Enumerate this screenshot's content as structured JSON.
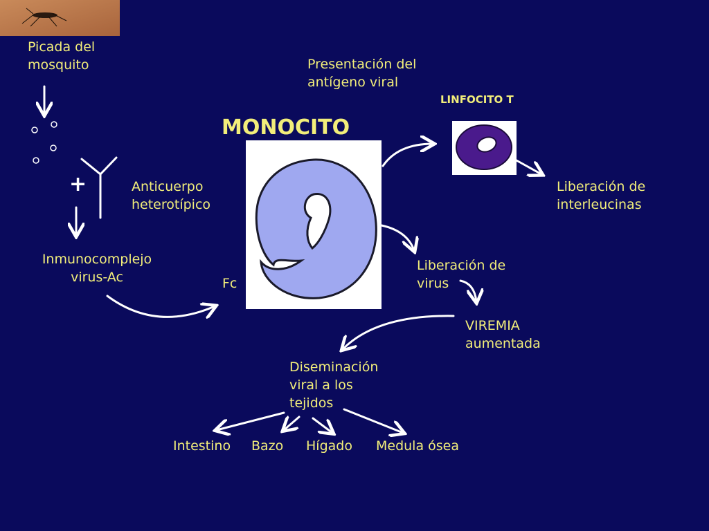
{
  "labels": {
    "mosquito_bite": "Picada del\nmosquito",
    "antibody": "Anticuerpo\nheterotípico",
    "plus": "+",
    "immunocomplex": "Inmunocomplejo\nvirus-Ac",
    "antigen_presentation": "Presentación del\nantígeno viral",
    "lymphocyte": "LINFOCITO T",
    "monocyte": "MONOCITO",
    "interleukins": "Liberación de\ninterleucinas",
    "fc": "Fc",
    "virus_release": "Liberación de\nvirus",
    "viremia": "VIREMIA\naumentada",
    "dissemination": "Diseminación\nviral a los\ntejidos",
    "intestine": "Intestino",
    "spleen": "Bazo",
    "liver": "Hígado",
    "marrow": "Medula ósea"
  },
  "colors": {
    "background": "#0a0a5c",
    "text": "#f2ee7a",
    "arrow": "#ffffff",
    "monocyte": "#9fa8f0",
    "lymphocyte": "#4a1a8c"
  }
}
